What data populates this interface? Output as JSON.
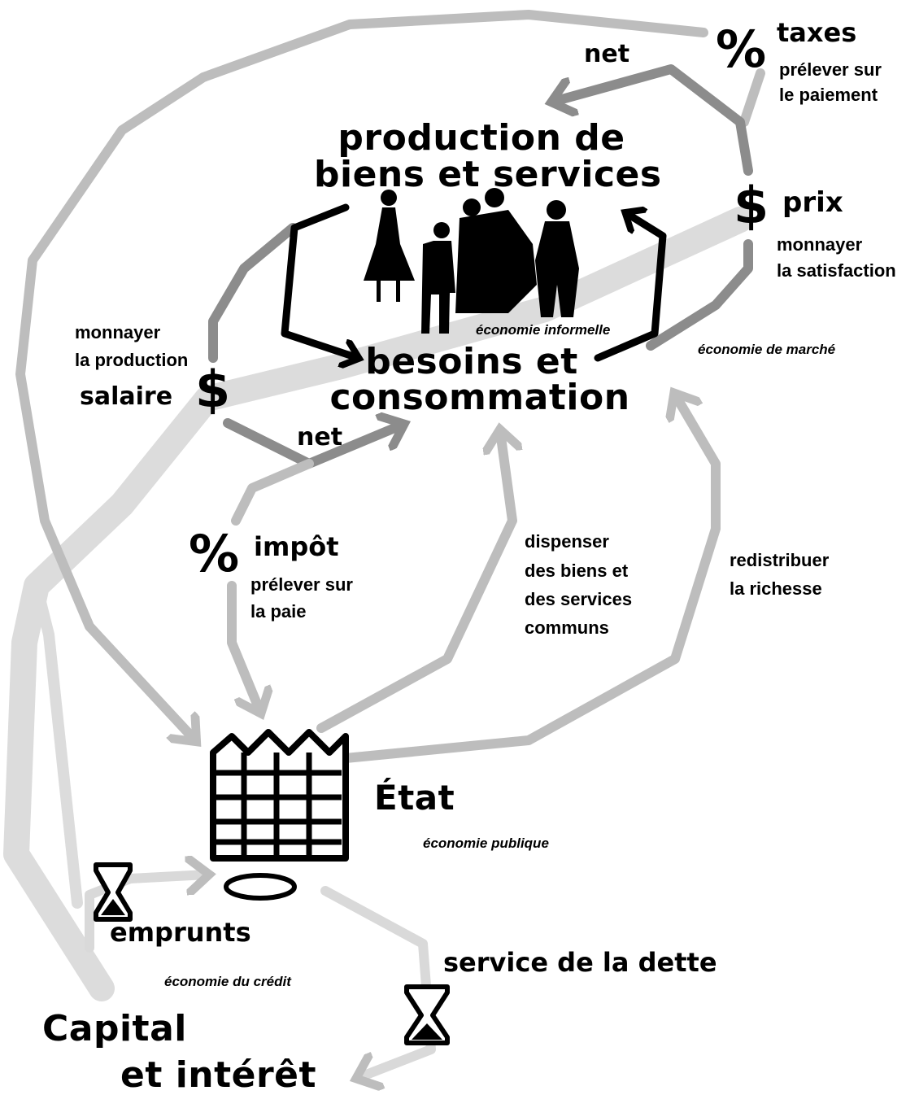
{
  "colors": {
    "dark": "#000000",
    "mid_gray": "#8c8c8c",
    "light_gray": "#bdbdbd",
    "very_light_gray": "#d9d9d9"
  },
  "symbols": {
    "dollar": "$",
    "percent": "%"
  },
  "nodes": {
    "production": "production de biens et services",
    "production_l1": "production de",
    "production_l2": "biens et services",
    "besoins_l1": "besoins et",
    "besoins_l2": "consommation",
    "etat": "État",
    "capital_l1": "Capital",
    "capital_l2": "et intérêt"
  },
  "labels": {
    "net_top": "net",
    "net_bottom": "net",
    "taxes": "taxes",
    "taxes_sub_1": "prélever sur",
    "taxes_sub_2": "le paiement",
    "prix": "prix",
    "prix_sub_1": "monnayer",
    "prix_sub_2": "la satisfaction",
    "salaire": "salaire",
    "salaire_sub_1": "monnayer",
    "salaire_sub_2": "la production",
    "impot": "impôt",
    "impot_sub_1": "prélever sur",
    "impot_sub_2": "la paie",
    "dispenser_1": "dispenser",
    "dispenser_2": "des biens et",
    "dispenser_3": "des services",
    "dispenser_4": "communs",
    "redistribuer_1": "redistribuer",
    "redistribuer_2": "la richesse",
    "emprunts": "emprunts",
    "service_dette": "service de la dette"
  },
  "economies": {
    "informelle": "économie informelle",
    "marche": "économie de marché",
    "publique": "économie publique",
    "credit": "économie du crédit"
  },
  "icons": [
    "people-group-icon",
    "castle-icon",
    "hourglass-icon",
    "coin-slot-icon",
    "dollar-icon",
    "percent-icon"
  ]
}
